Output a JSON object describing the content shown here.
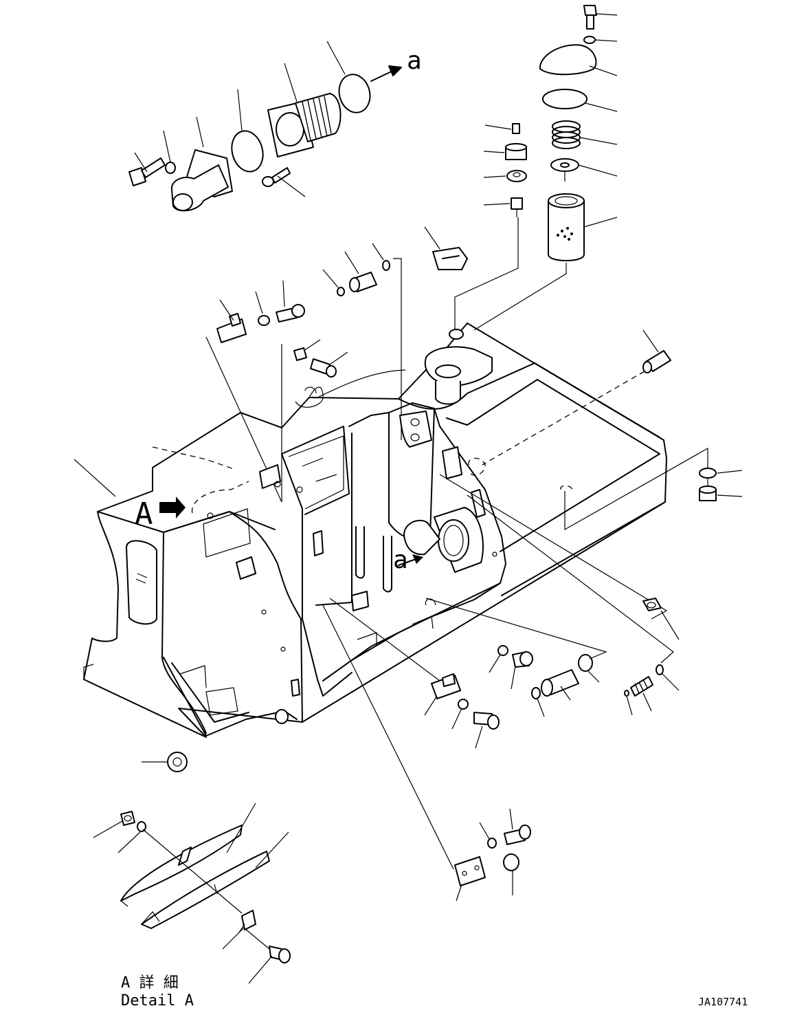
{
  "view_labels": {
    "detail_marker": "A",
    "connection_top": "a",
    "connection_center": "a"
  },
  "detail_caption": {
    "japanese": "A 詳 細",
    "english": "Detail A"
  },
  "drawing_number": "JA107741"
}
